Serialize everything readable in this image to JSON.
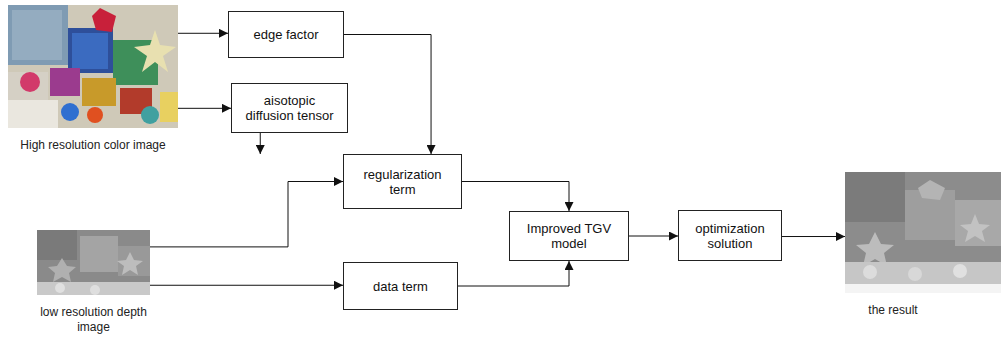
{
  "diagram": {
    "nodes": [
      {
        "text": [
          "High resolution color image"
        ]
      },
      {
        "text": [
          "edge factor"
        ]
      },
      {
        "text": [
          "aisotopic diffusion tensor"
        ]
      },
      {
        "text": [
          "regularization term"
        ]
      },
      {
        "text": [
          "low resolution depth image"
        ]
      },
      {
        "text": [
          "data term"
        ]
      },
      {
        "text": [
          "Improved TGV model"
        ]
      },
      {
        "text": [
          "optimization solution"
        ]
      },
      {
        "text": [
          "the result"
        ]
      }
    ],
    "edges": [
      {
        "from": 0,
        "to": 1,
        "arrow": "to"
      },
      {
        "from": 0,
        "to": 2,
        "arrow": "to"
      },
      {
        "from": 2,
        "to": 3,
        "arrow": "to"
      },
      {
        "from": 1,
        "to": 3,
        "arrow": "to"
      },
      {
        "from": 4,
        "to": 3,
        "arrow": "to"
      },
      {
        "from": 4,
        "to": 5,
        "arrow": "to"
      },
      {
        "from": 3,
        "to": 6,
        "arrow": "to"
      },
      {
        "from": 5,
        "to": 6,
        "arrow": "to"
      },
      {
        "from": 6,
        "to": 7,
        "arrow": "to"
      },
      {
        "from": 7,
        "to": 8,
        "arrow": "to"
      }
    ]
  }
}
